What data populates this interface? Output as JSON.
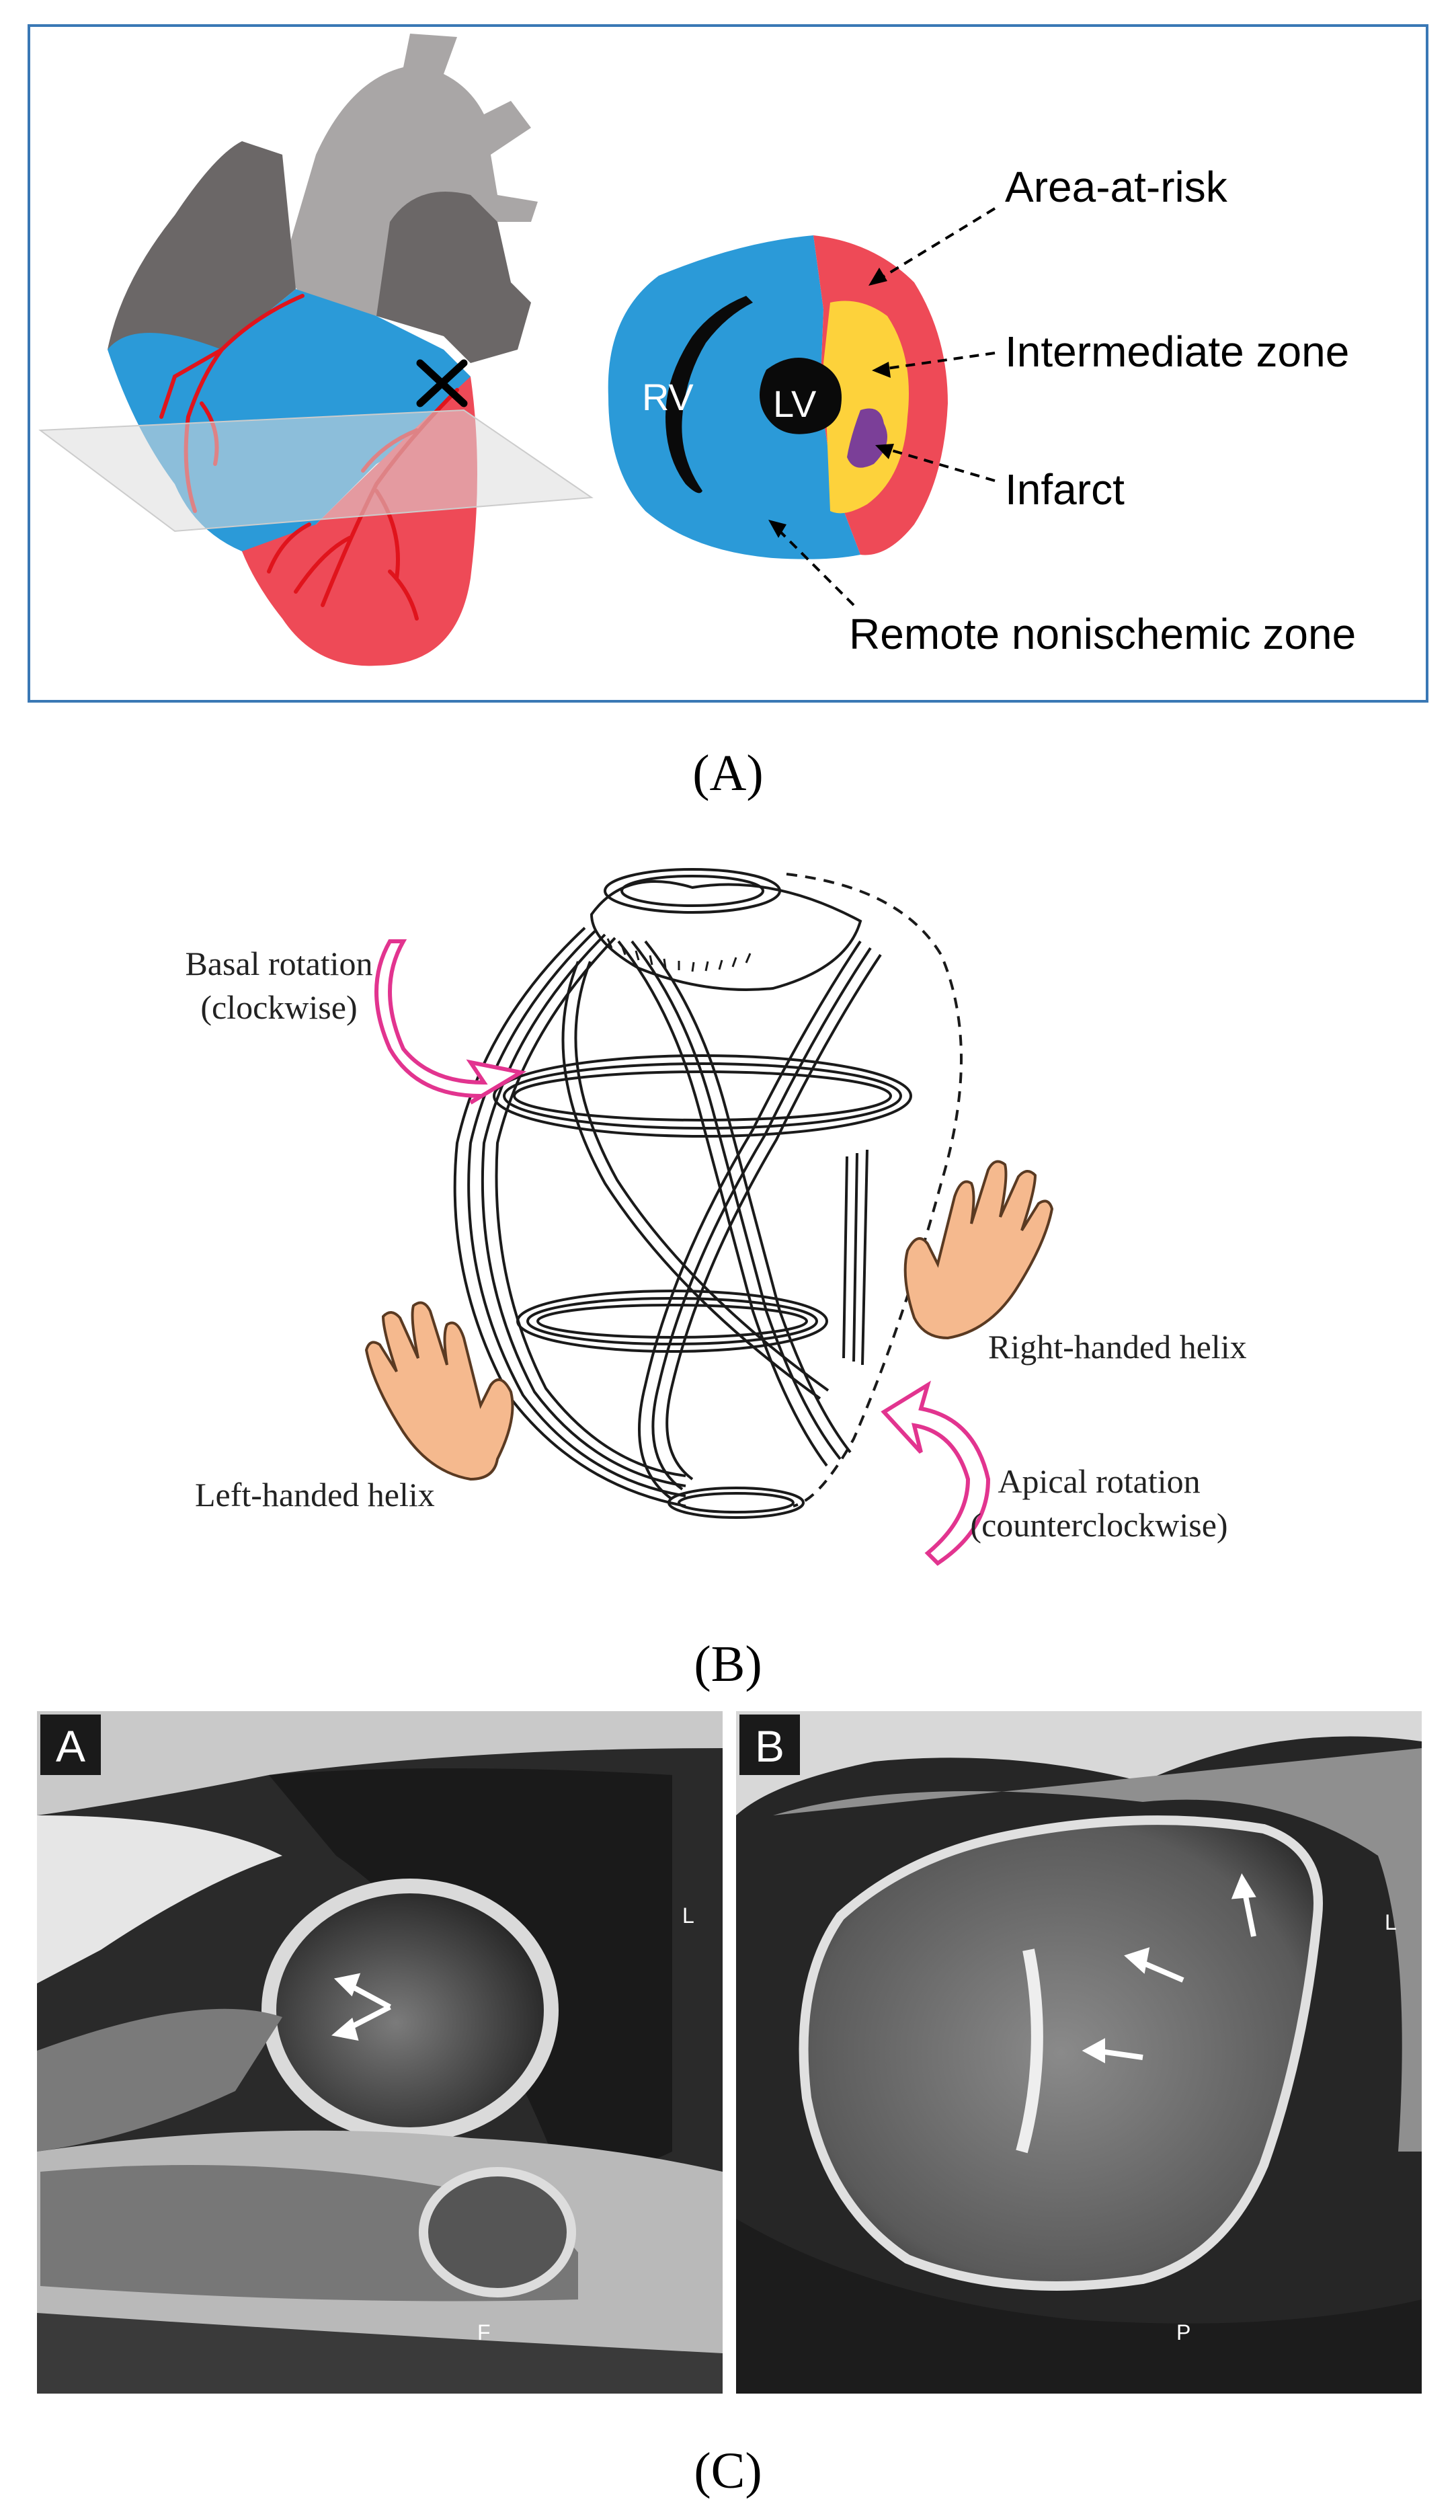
{
  "panelA": {
    "labels": {
      "rv": "RV",
      "lv": "LV",
      "area_at_risk": "Area-at-risk",
      "intermediate_zone": "Intermediate zone",
      "infarct": "Infarct",
      "remote_zone": "Remote nonischemic zone"
    },
    "caption": "(A)",
    "colors": {
      "frame": "#3a78b5",
      "remote": "#2b9ad8",
      "area_at_risk": "#ee4a57",
      "intermediate": "#fdd23b",
      "infarct": "#7b3f98",
      "vessels": "#e0141c",
      "heart_dark": "#6b6767",
      "heart_light": "#a9a6a6"
    }
  },
  "panelB": {
    "labels": {
      "basal_rotation_1": "Basal rotation",
      "basal_rotation_2": "(clockwise)",
      "right_helix": "Right-handed helix",
      "left_helix": "Left-handed helix",
      "apical_rotation_1": "Apical rotation",
      "apical_rotation_2": "(counterclockwise)"
    },
    "caption": "(B)",
    "colors": {
      "arrow": "#e2348f",
      "hand": "#f5b98e"
    }
  },
  "panelC": {
    "image_a_label": "A",
    "image_b_label": "B",
    "marker_l_a": "L",
    "marker_f": "F",
    "marker_l_b": "L",
    "marker_p": "P",
    "caption": "(C)"
  }
}
